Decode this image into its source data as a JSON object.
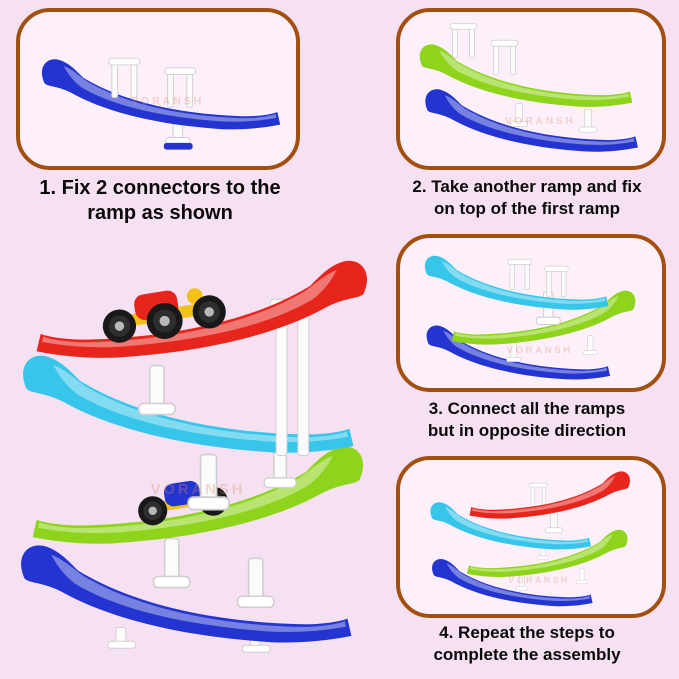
{
  "colors": {
    "page_bg": "#f6e1f3",
    "panel_bg": "#fdf0fa",
    "panel_border": "#a34f10",
    "ramp_blue": "#2434d0",
    "ramp_cyan": "#38c5ea",
    "ramp_green": "#8fd41c",
    "ramp_red": "#e8251d",
    "car_yellow": "#f2c11c",
    "text": "#0a0a0a",
    "watermark": "#d98f6a"
  },
  "watermark": {
    "text": "VORANSH"
  },
  "steps": [
    {
      "line1": "1. Fix 2 connectors to the",
      "line2": "ramp as shown"
    },
    {
      "line1": "2. Take another ramp and fix",
      "line2": "on top of the first ramp"
    },
    {
      "line1": "3. Connect all the ramps",
      "line2": "but in opposite direction"
    },
    {
      "line1": "4. Repeat the steps to",
      "line2": "complete the assembly"
    }
  ]
}
